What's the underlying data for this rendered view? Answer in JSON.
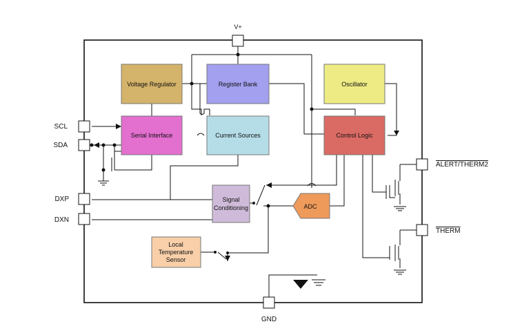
{
  "pins": {
    "vplus": "V+",
    "gnd": "GND",
    "scl": "SCL",
    "sda": "SDA",
    "dxp": "DXP",
    "dxn": "DXN",
    "alert_therm2": "ALERT/THERM2",
    "therm": "THERM"
  },
  "blocks": {
    "voltage_regulator": "Voltage Regulator",
    "register_bank": "Register Bank",
    "oscillator": "Oscillator",
    "serial_interface": "Serial Interface",
    "current_sources": "Current Sources",
    "control_logic": "Control Logic",
    "signal_conditioning": [
      "Signal",
      "Conditioning"
    ],
    "adc": "ADC",
    "local_temperature_sensor": [
      "Local",
      "Temperature",
      "Sensor"
    ]
  },
  "colors": {
    "voltage_regulator": "#d4b36a",
    "register_bank": "#a3a0ef",
    "oscillator": "#eeeb84",
    "serial_interface": "#e36fcf",
    "current_sources": "#b5dde8",
    "control_logic": "#da6a64",
    "signal_conditioning": "#cfbbd9",
    "adc": "#ee9a5b",
    "local_temperature_sensor": "#f8cfa9"
  }
}
